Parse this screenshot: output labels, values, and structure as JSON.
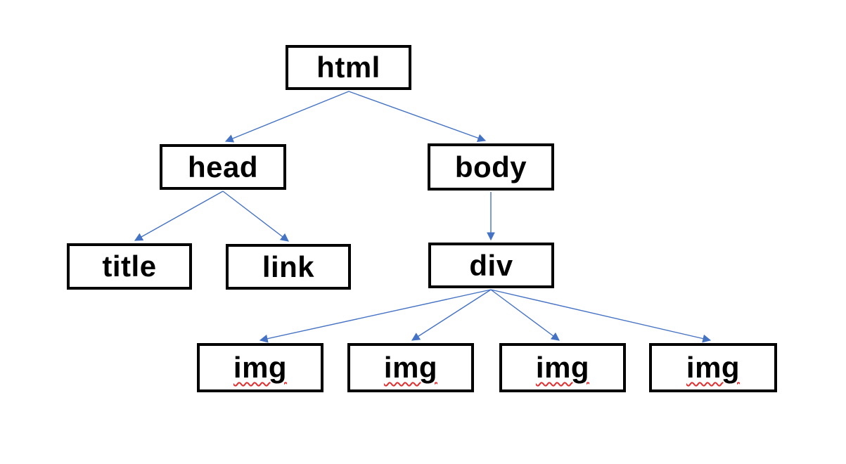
{
  "diagram": {
    "type": "tree",
    "description": "DOM tree of an HTML document",
    "nodes": [
      {
        "id": "html",
        "label": "html",
        "level": 0,
        "misspelled": false
      },
      {
        "id": "head",
        "label": "head",
        "level": 1,
        "misspelled": false
      },
      {
        "id": "body",
        "label": "body",
        "level": 1,
        "misspelled": false
      },
      {
        "id": "title",
        "label": "title",
        "level": 2,
        "misspelled": false
      },
      {
        "id": "link",
        "label": "link",
        "level": 2,
        "misspelled": false
      },
      {
        "id": "div",
        "label": "div",
        "level": 2,
        "misspelled": false
      },
      {
        "id": "img-1",
        "label": "img",
        "level": 3,
        "misspelled": true
      },
      {
        "id": "img-2",
        "label": "img",
        "level": 3,
        "misspelled": true
      },
      {
        "id": "img-3",
        "label": "img",
        "level": 3,
        "misspelled": true
      },
      {
        "id": "img-4",
        "label": "img",
        "level": 3,
        "misspelled": true
      }
    ],
    "edges": [
      {
        "from": "html",
        "to": "head"
      },
      {
        "from": "html",
        "to": "body"
      },
      {
        "from": "head",
        "to": "title"
      },
      {
        "from": "head",
        "to": "link"
      },
      {
        "from": "body",
        "to": "div"
      },
      {
        "from": "div",
        "to": "img-1"
      },
      {
        "from": "div",
        "to": "img-2"
      },
      {
        "from": "div",
        "to": "img-3"
      },
      {
        "from": "div",
        "to": "img-4"
      }
    ],
    "colors": {
      "arrow": "#4472C4",
      "node_border": "#000000",
      "node_fill": "#FFFFFF",
      "label_text": "#000000",
      "spellcheck_underline": "#E03030",
      "background": "#FFFFFF"
    }
  }
}
